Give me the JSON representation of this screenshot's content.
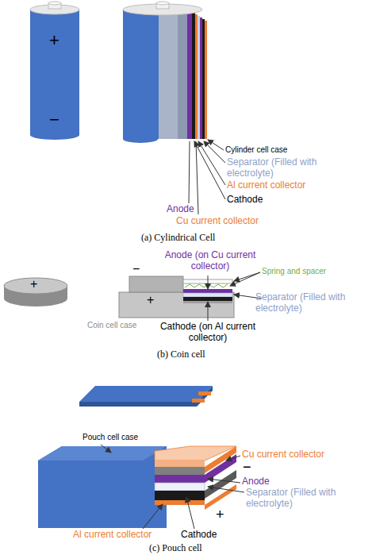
{
  "diagram": {
    "labels": [
      "+",
      "−",
      "Cylinder cell case",
      "Separator (Filled with electrolyte)",
      "Al current collector",
      "Cathode",
      "Anode",
      "Cu current collector",
      "(a) Cylindrical Cell",
      "+",
      "Anode (on Cu current collector)",
      "Spring and spacer",
      "−",
      "Separator (Filled with electrolyte)",
      "+",
      "Coin cell case",
      "Cathode (on Al current collector)",
      "(b) Coin cell",
      "Pouch cell case",
      "Cu current collector",
      "−",
      "Anode",
      "Separator (Filled with electrolyte)",
      "+",
      "Cathode",
      "Al current collector",
      "(c) Pouch cell"
    ]
  }
}
